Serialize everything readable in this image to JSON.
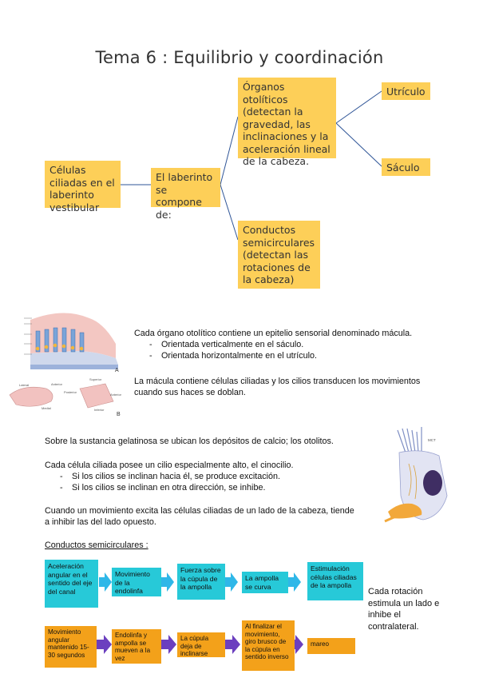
{
  "title": "Tema 6 : Equilibrio y coordinación",
  "concept_map": {
    "celulas": "Células ciliadas en el laberinto vestibular",
    "laberinto": "El laberinto se compone de:",
    "organos": "Órganos otolíticos (detectan la gravedad, las inclinaciones y la aceleración lineal de la cabeza.",
    "utriculo": "Utrículo",
    "saculo": "Sáculo",
    "conductos": "Conductos semicirculares (detectan las rotaciones de la cabeza)"
  },
  "para1": {
    "main": "Cada órgano otolítico contiene un epitelio sensorial denominado mácula.",
    "items": [
      "Orientada verticalmente en el sáculo.",
      "Orientada horizontalmente en el utrículo."
    ]
  },
  "para2": "La mácula contiene células ciliadas y los cilios transducen los movimientos cuando sus haces se doblan.",
  "para3": "Sobre la sustancia gelatinosa se ubican los depósitos de calcio; los otolitos.",
  "para4": {
    "main": "Cada célula ciliada posee un cilio especialmente alto, el cinocilio.",
    "items": [
      "Si los cilios se inclinan hacia él, se produce excitación.",
      "Si los cilios se inclinan en otra dirección, se inhibe."
    ]
  },
  "para5": "Cuando un movimiento excita las células ciliadas de un lado de la cabeza, tiende a inhibir las del lado opuesto.",
  "section_heading": "Conductos semicirculares :",
  "flow_cyan": [
    "Aceleración angular en el sentido del eje del canal",
    "Movimiento de la endolinfa",
    "Fuerza sobre la cúpula de la ampolla",
    "La ampolla se curva",
    "Estimulación células ciliadas de la ampolla"
  ],
  "flow_orange": [
    "Movimiento angular mantenido 15-30 segundos",
    "Endolinfa y ampolla se mueven a la vez",
    "La cúpula deja de inclinarse",
    "Al finalizar el movimiento, giro brusco de la cúpula en sentido inverso",
    "mareo"
  ],
  "side_note": "Cada rotación estimula un lado e inhibe el contralateral.",
  "figure_labels": {
    "fig1_letter": "A",
    "fig2_letter": "B",
    "fig2_words": [
      "Lateral",
      "Anterior",
      "Posterior",
      "Medial",
      "Superior",
      "Inferior",
      "Anterior"
    ],
    "fig3_words": [
      "MCT"
    ]
  },
  "colors": {
    "yellow": "#fdcf58",
    "cyan": "#27c9d8",
    "orange": "#f3a11a",
    "arrow_cyan": "#2fb7e8",
    "arrow_purple": "#6b3fbf",
    "line": "#2f5597"
  }
}
